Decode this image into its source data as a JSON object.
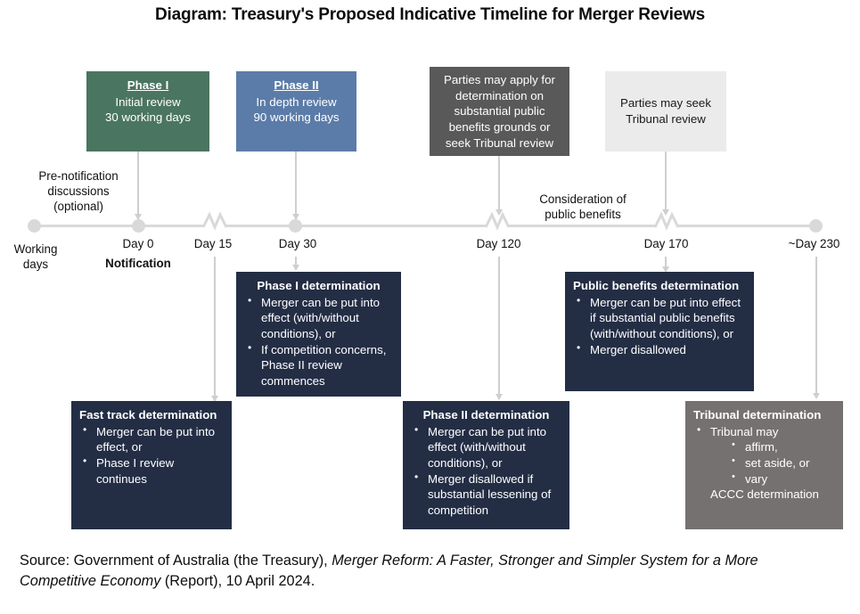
{
  "title": "Diagram: Treasury's Proposed Indicative Timeline for Merger Reviews",
  "colors": {
    "green": "#4a7560",
    "blue": "#5b7ca8",
    "navy": "#232e45",
    "dark_gray": "#595959",
    "gray": "#767171",
    "light_gray": "#ebebeb",
    "axis": "#d9d9d9",
    "connector": "#d0cece"
  },
  "top_boxes": {
    "phase_i": {
      "heading": "Phase I",
      "line2": "Initial review",
      "line3": "30 working days"
    },
    "phase_ii": {
      "heading": "Phase II",
      "line2": "In depth review",
      "line3": "90 working days"
    },
    "public_benefits_apply": {
      "text": "Parties may apply for determination on substantial public benefits grounds or seek Tribunal review"
    },
    "tribunal_seek": {
      "text": "Parties may seek Tribunal review"
    }
  },
  "timeline": {
    "axis_label": "Working days",
    "prenotification": "Pre-notification discussions (optional)",
    "consideration": "Consideration of public benefits",
    "markers": [
      {
        "label": "Day 0",
        "sub": "Notification"
      },
      {
        "label": "Day 15",
        "sub": ""
      },
      {
        "label": "Day 30",
        "sub": ""
      },
      {
        "label": "Day 120",
        "sub": ""
      },
      {
        "label": "Day 170",
        "sub": ""
      },
      {
        "label": "~Day 230",
        "sub": ""
      }
    ]
  },
  "bottom_boxes": {
    "phase_i_determination": {
      "heading": "Phase I determination",
      "bullets": [
        "Merger can be put into effect (with/without conditions), or",
        "If competition concerns, Phase II review commences"
      ]
    },
    "public_benefits_determination": {
      "heading": "Public benefits determination",
      "bullets": [
        "Merger can be put into effect if substantial public benefits (with/without conditions), or",
        "Merger disallowed"
      ]
    },
    "fast_track_determination": {
      "heading": "Fast track determination",
      "bullets": [
        "Merger can be put into effect, or",
        "Phase I review continues"
      ]
    },
    "phase_ii_determination": {
      "heading": "Phase II determination",
      "bullets": [
        "Merger can be put into effect (with/without conditions), or",
        "Merger disallowed if substantial lessening of competition"
      ]
    },
    "tribunal_determination": {
      "heading": "Tribunal determination",
      "bullets": [
        "Tribunal may"
      ],
      "sub_bullets": [
        "affirm,",
        "set aside, or",
        "vary"
      ],
      "tail": "ACCC determination"
    }
  },
  "source": {
    "prefix": "Source: Government of Australia (the Treasury), ",
    "italic": "Merger Reform: A Faster, Stronger and Simpler System for a More Competitive Economy",
    "suffix": " (Report), 10 April 2024."
  }
}
